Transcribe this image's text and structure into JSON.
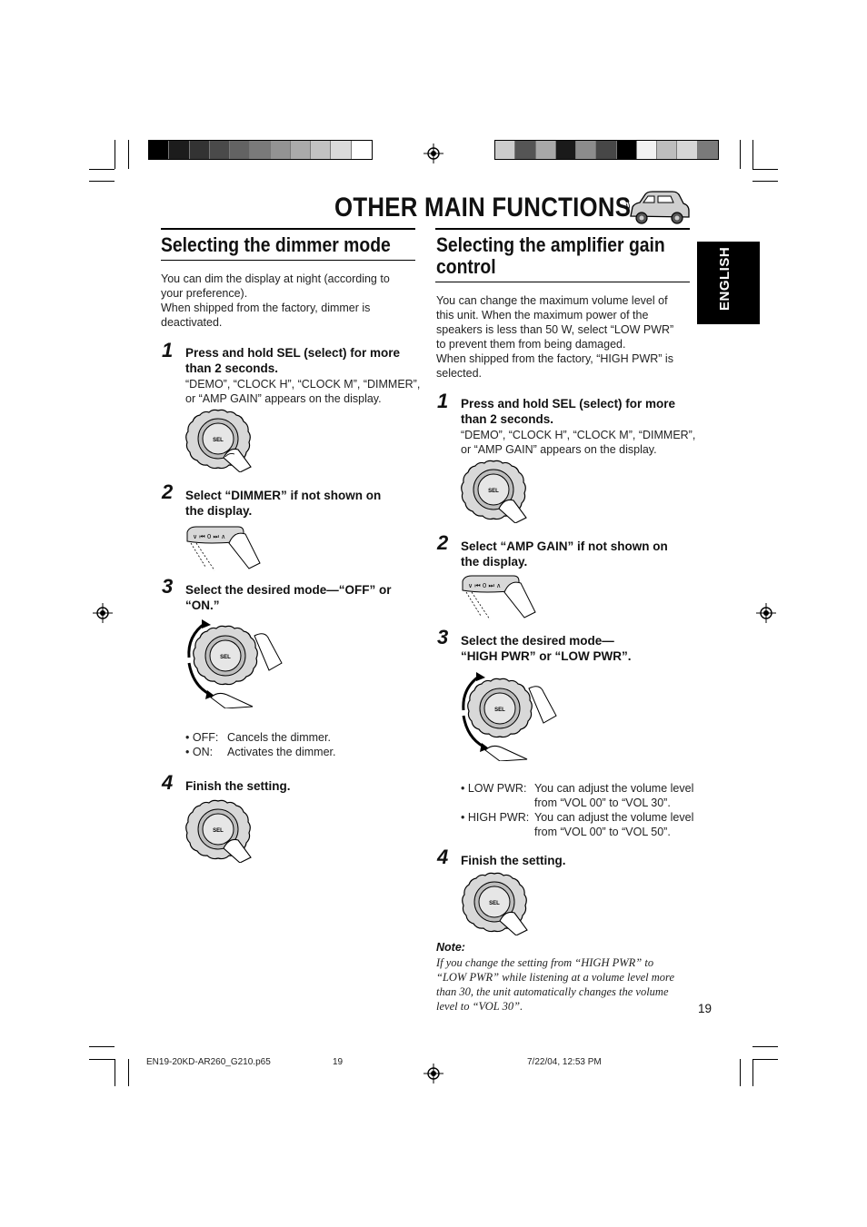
{
  "page_title": "OTHER MAIN FUNCTIONS",
  "tab_label": "ENGLISH",
  "left_section": {
    "title": "Selecting the dimmer mode",
    "intro": [
      "You can dim the display at night (according to",
      "your preference).",
      "When shipped from the factory, dimmer is",
      "deactivated."
    ],
    "steps": [
      {
        "num": "1",
        "head": [
          "Press and hold SEL (select) for more",
          "than 2 seconds."
        ],
        "sub": [
          "“DEMO”, “CLOCK H”, “CLOCK M”, “DIMMER”,",
          "or “AMP GAIN” appears on the display."
        ]
      },
      {
        "num": "2",
        "head": [
          "Select “DIMMER” if not shown on",
          "the display."
        ]
      },
      {
        "num": "3",
        "head": [
          "Select the desired mode—“OFF” or",
          "“ON.”"
        ]
      },
      {
        "num": "4",
        "head": [
          "Finish the setting."
        ]
      }
    ],
    "bullets": [
      {
        "key": "• OFF:",
        "text": "Cancels the dimmer."
      },
      {
        "key": "• ON:",
        "text": "Activates the dimmer."
      }
    ]
  },
  "right_section": {
    "title_line1": "Selecting the amplifier gain",
    "title_line2": "control",
    "intro": [
      "You can change the maximum volume level of",
      "this unit. When the maximum power of the",
      "speakers is less than 50 W, select “LOW PWR”",
      "to prevent them from being damaged.",
      "When shipped from the factory, “HIGH PWR” is",
      "selected."
    ],
    "steps": [
      {
        "num": "1",
        "head": [
          "Press and hold SEL (select) for more",
          "than 2 seconds."
        ],
        "sub": [
          "“DEMO”, “CLOCK H”, “CLOCK M”, “DIMMER”,",
          "or “AMP GAIN” appears on the display."
        ]
      },
      {
        "num": "2",
        "head": [
          "Select “AMP GAIN” if not shown on",
          "the display."
        ]
      },
      {
        "num": "3",
        "head": [
          "Select the desired mode—",
          "“HIGH PWR” or “LOW PWR”."
        ]
      },
      {
        "num": "4",
        "head": [
          "Finish the setting."
        ]
      }
    ],
    "bullets": [
      {
        "key": "• LOW PWR:",
        "text1": "You can adjust the volume level",
        "text2": "from “VOL 00” to “VOL 30”."
      },
      {
        "key": "• HIGH PWR:",
        "text1": "You can adjust the volume level",
        "text2": "from “VOL 00” to “VOL 50”."
      }
    ],
    "note_label": "Note:",
    "note": [
      "If you change the setting from “HIGH PWR” to",
      "“LOW PWR” while listening at a volume level more",
      "than 30, the unit automatically changes the volume",
      "level to “VOL 30”."
    ]
  },
  "knob_label": "SEL",
  "page_number": "19",
  "footer": {
    "file": "EN19-20KD-AR260_G210.p65",
    "page": "19",
    "date": "7/22/04, 12:53 PM"
  },
  "colors": {
    "left_bar": [
      "#000000",
      "#1c1c1c",
      "#333333",
      "#4a4a4a",
      "#636363",
      "#7a7a7a",
      "#939393",
      "#aaaaaa",
      "#c2c2c2",
      "#dadada",
      "#ffffff"
    ],
    "right_bar": [
      "#cccccc",
      "#555555",
      "#a8a8a8",
      "#1a1a1a",
      "#8c8c8c",
      "#474747",
      "#000000",
      "#f2f2f2",
      "#bdbdbd",
      "#d6d6d6",
      "#7a7a7a"
    ]
  }
}
